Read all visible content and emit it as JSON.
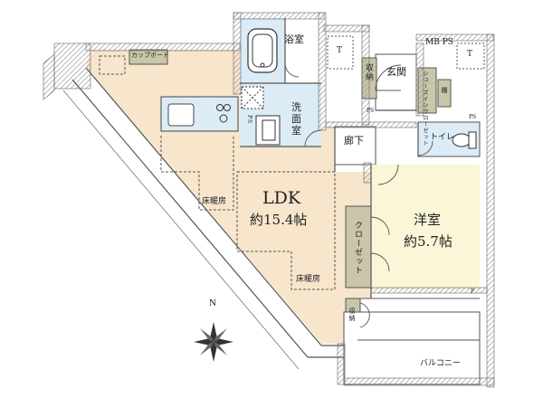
{
  "rooms": {
    "bath": "浴室",
    "washroom": "洗面室",
    "entrance": "玄関",
    "hallway": "廊下",
    "toilet": "トイレ",
    "western_room": "洋室",
    "western_room_size": "約5.7帖",
    "ldk": "LDK",
    "ldk_size": "約15.4帖",
    "floor_heating_1": "床暖房",
    "floor_heating_2": "床暖房",
    "balcony": "バルコニー"
  },
  "storage": {
    "cupboard": "カップボード",
    "storage_entrance": "収納",
    "shoe_closet": "シューズインクローゼット",
    "shelf": "棚",
    "closet": "クローゼット",
    "storage_small": "収納"
  },
  "fixtures": {
    "mb_ps": "MB PS",
    "t1": "T",
    "t2": "T",
    "ps1": "PS",
    "ps2": "PS",
    "ps3": "PS",
    "p": "P"
  },
  "compass": {
    "north": "N"
  },
  "colors": {
    "ldk_floor": "#f7e5cc",
    "wet_area": "#dcecf7",
    "western_floor": "#faf6d7",
    "wall": "#8a8a8a",
    "storage": "#c9c6a9"
  }
}
